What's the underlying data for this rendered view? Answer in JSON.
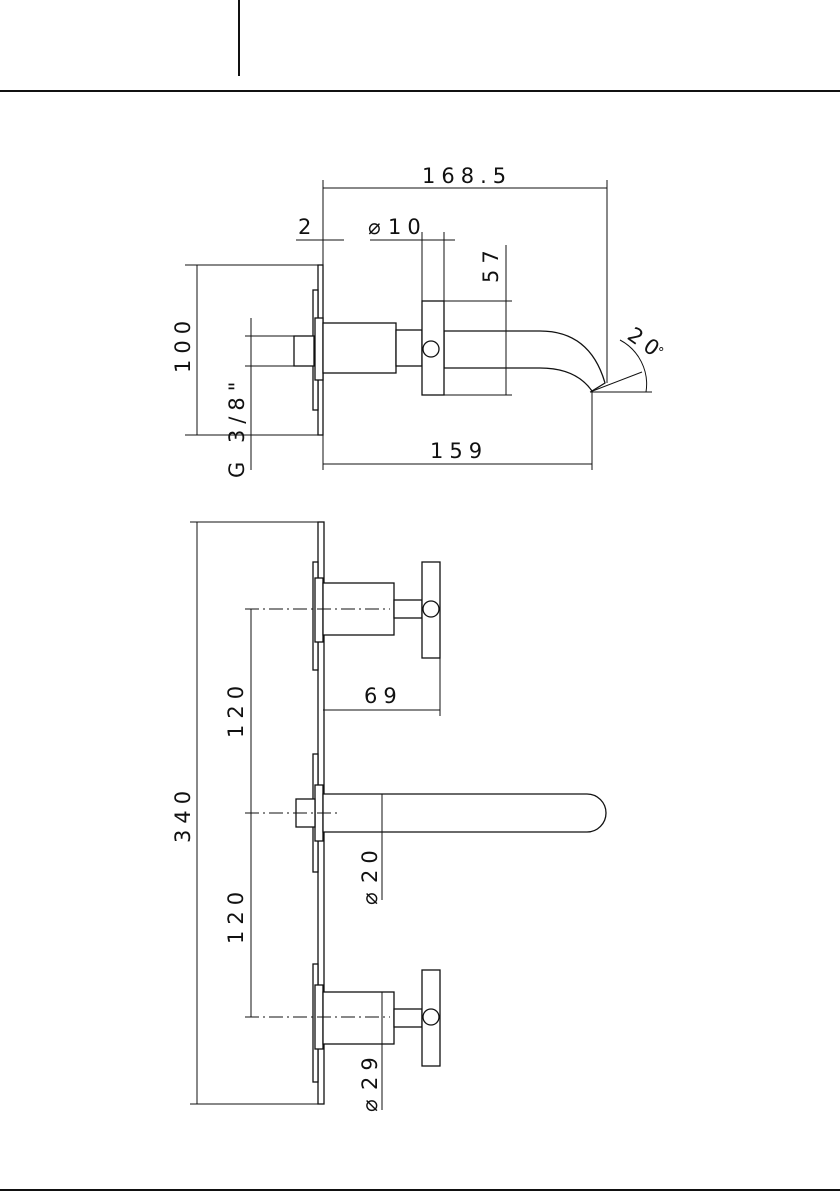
{
  "dimensions": {
    "side_view": {
      "overall_length": "168.5",
      "plate_thickness": "2",
      "lever_diameter": "10",
      "lever_height": "57",
      "plate_height": "100",
      "thread": "G 3/8\"",
      "spout_length": "159",
      "spout_angle": "20",
      "degree_symbol": "°"
    },
    "front_view": {
      "plate_width": "340",
      "spacing_top": "120",
      "spacing_bottom": "120",
      "handle_projection": "69",
      "spout_diameter": "20",
      "handle_diameter": "29"
    },
    "diameter_symbol": "⌀"
  }
}
